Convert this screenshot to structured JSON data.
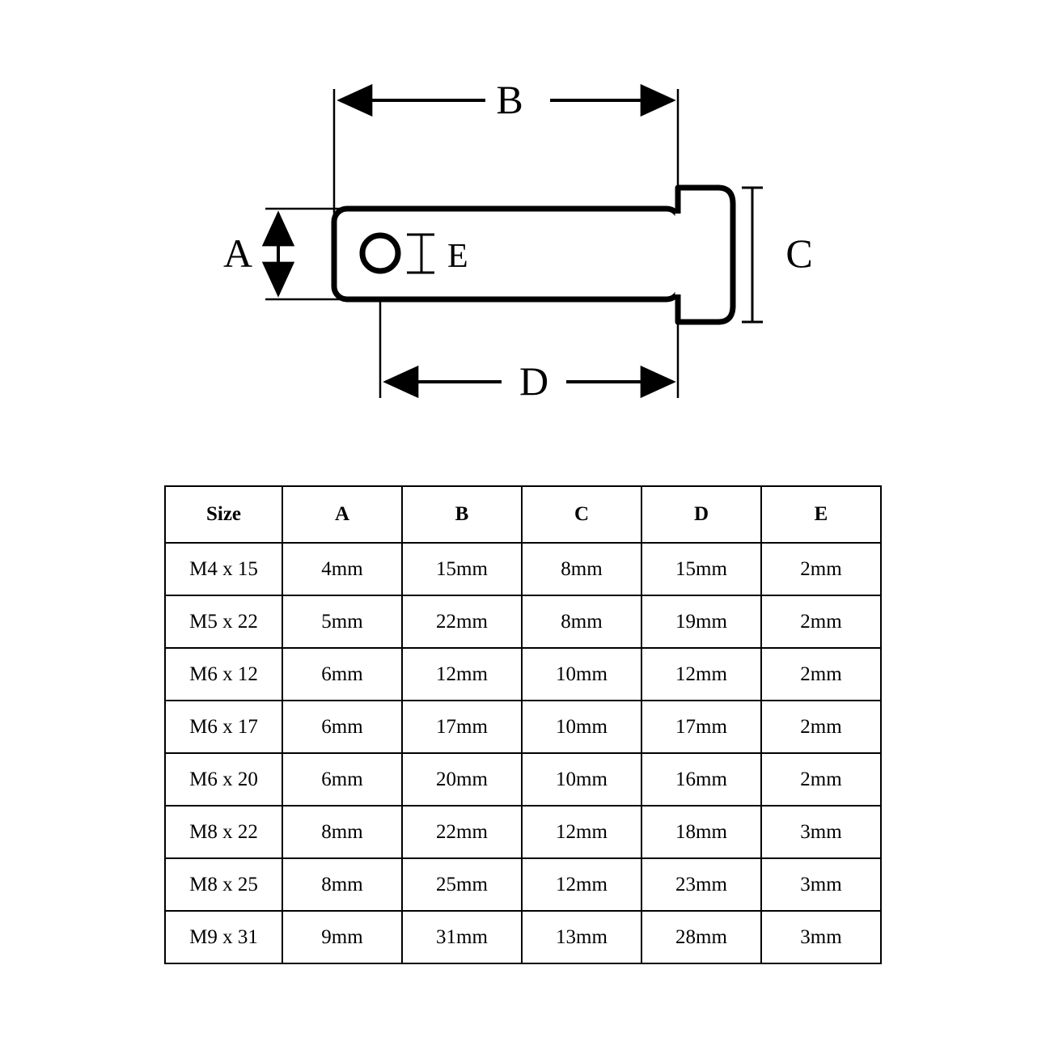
{
  "drawing": {
    "title": "clevis-pin-dimension-diagram",
    "dimension_labels": {
      "a": "A",
      "b": "B",
      "c": "C",
      "d": "D",
      "e": "E"
    },
    "colors": {
      "line": "#000000",
      "background": "#ffffff"
    }
  },
  "table": {
    "headers": [
      "Size",
      "A",
      "B",
      "C",
      "D",
      "E"
    ],
    "rows": [
      [
        "M4 x 15",
        "4mm",
        "15mm",
        "8mm",
        "15mm",
        "2mm"
      ],
      [
        "M5 x 22",
        "5mm",
        "22mm",
        "8mm",
        "19mm",
        "2mm"
      ],
      [
        "M6 x 12",
        "6mm",
        "12mm",
        "10mm",
        "12mm",
        "2mm"
      ],
      [
        "M6 x 17",
        "6mm",
        "17mm",
        "10mm",
        "17mm",
        "2mm"
      ],
      [
        "M6 x 20",
        "6mm",
        "20mm",
        "10mm",
        "16mm",
        "2mm"
      ],
      [
        "M8 x 22",
        "8mm",
        "22mm",
        "12mm",
        "18mm",
        "3mm"
      ],
      [
        "M8 x 25",
        "8mm",
        "25mm",
        "12mm",
        "23mm",
        "3mm"
      ],
      [
        "M9 x 31",
        "9mm",
        "31mm",
        "13mm",
        "28mm",
        "3mm"
      ]
    ]
  },
  "chart_data": {
    "type": "table",
    "title": "Clevis pin size specification table",
    "categories": [
      "Size",
      "A",
      "B",
      "C",
      "D",
      "E"
    ],
    "series": [
      {
        "name": "A",
        "values": [
          4,
          5,
          6,
          6,
          6,
          8,
          8,
          9
        ]
      },
      {
        "name": "B",
        "values": [
          15,
          22,
          12,
          17,
          20,
          22,
          25,
          31
        ]
      },
      {
        "name": "C",
        "values": [
          8,
          8,
          10,
          10,
          10,
          12,
          12,
          13
        ]
      },
      {
        "name": "D",
        "values": [
          15,
          19,
          12,
          17,
          16,
          18,
          23,
          28
        ]
      },
      {
        "name": "E",
        "values": [
          2,
          2,
          2,
          2,
          2,
          3,
          3,
          3
        ]
      }
    ],
    "sizes": [
      "M4 x 15",
      "M5 x 22",
      "M6 x 12",
      "M6 x 17",
      "M6 x 20",
      "M8 x 22",
      "M8 x 25",
      "M9 x 31"
    ],
    "units": "mm"
  }
}
